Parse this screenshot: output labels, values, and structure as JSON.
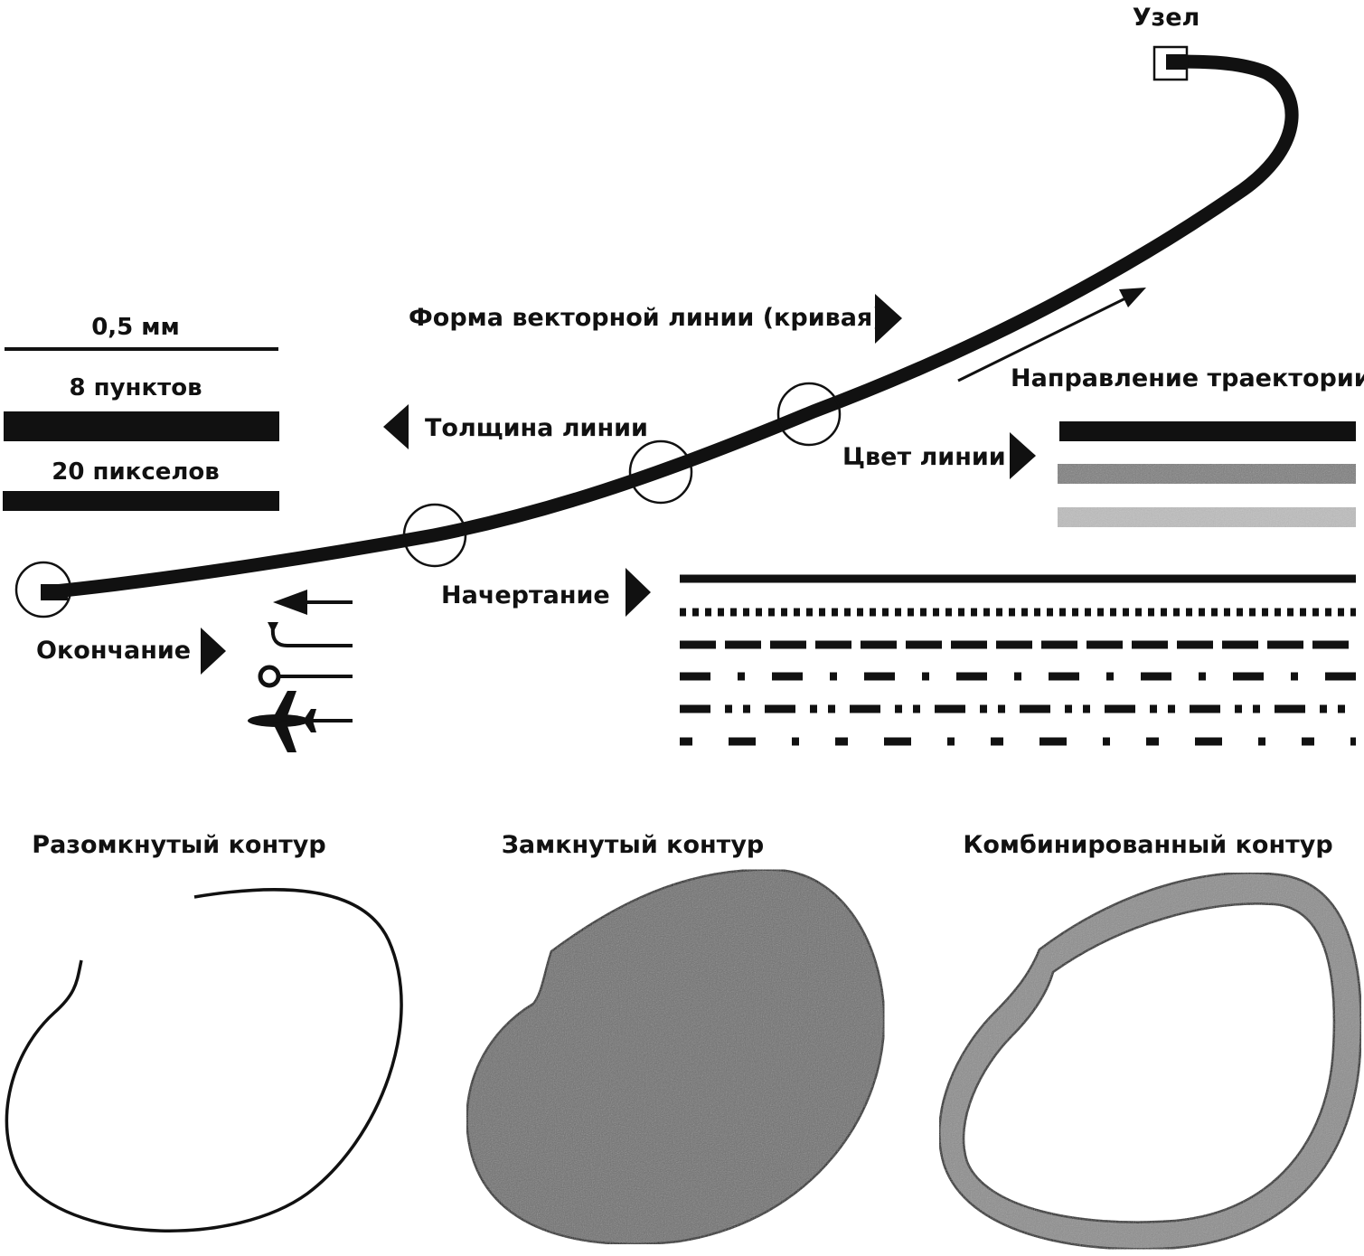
{
  "labels": {
    "node": "Узел",
    "curve_shape": "Форма векторной линии (кривая)",
    "direction": "Направление траектории",
    "thickness": "Толщина линии",
    "color": "Цвет линии",
    "style": "Начертание",
    "ending": "Окончание"
  },
  "thickness_samples": [
    "0,5 мм",
    "8 пунктов",
    "20 пикселов"
  ],
  "contours": {
    "open": "Разомкнутый контур",
    "closed": "Замкнутый контур",
    "combined": "Комбинированный контур"
  },
  "colors": {
    "ink": "#111111",
    "medium_gray": "#7d7d7d",
    "light_gray": "#bdbdbd",
    "closed_fill": "#6e6e6e",
    "combined_fill": "#8c8c8c"
  },
  "icons": {
    "ending_styles": [
      "arrow-ending-icon",
      "hook-ending-icon",
      "circle-ending-icon",
      "airplane-ending-icon"
    ]
  }
}
